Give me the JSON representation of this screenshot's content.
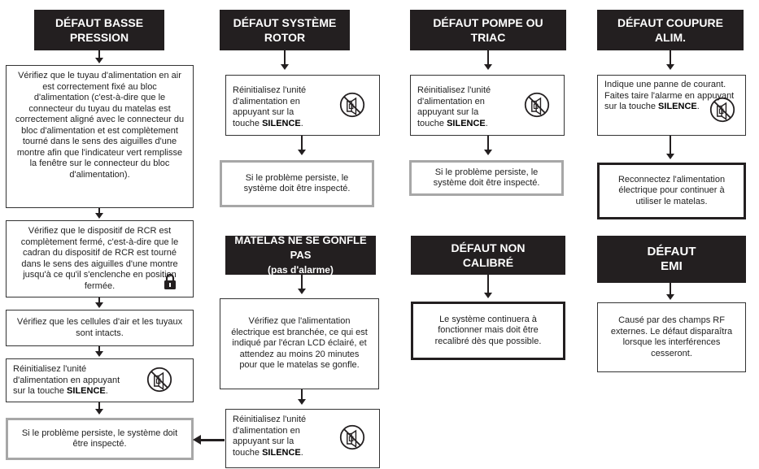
{
  "col1": {
    "header_line1": "DÉFAUT BASSE",
    "header_line2": "PRESSION",
    "step1": "Vérifiez que le tuyau d'alimentation en air est correctement fixé au bloc d'alimentation (c'est-à-dire que le connecteur du tuyau du matelas est correctement aligné avec le connecteur du bloc d'alimentation et est complètement tourné dans le sens des aiguilles d'une montre afin que l'indicateur vert remplisse la fenêtre sur le connecteur du bloc d'alimentation).",
    "step2": "Vérifiez que le dispositif de RCR est complètement fermé, c'est-à-dire que le cadran du dispositif de RCR est tourné dans le sens des aiguilles d'une montre jusqu'à ce qu'il s'enclenche en position fermée.",
    "step3": "Vérifiez que les cellules d'air et les tuyaux sont intacts.",
    "step4_pre": "Réinitialisez l'unité d'alimentation en appuyant sur la touche ",
    "step5": "Si le problème persiste, le système doit être inspecté."
  },
  "col2": {
    "header_line1": "DÉFAUT SYSTÈME",
    "header_line2": "ROTOR",
    "step1_pre": "Réinitialisez l'unité d'alimentation en appuyant sur la touche ",
    "step2": "Si le problème persiste, le système doit être inspecté.",
    "header2_line1": "MATELAS NE SE GONFLE",
    "header2_line2_bold": "PAS",
    "header2_line2_rest": " (pas d'alarme)",
    "step3": "Vérifiez que l'alimentation électrique est branchée, ce qui est indiqué par l'écran LCD éclairé, et attendez au moins 20 minutes pour que le matelas se gonfle.",
    "step4_pre": "Réinitialisez l'unité d'alimentation en appuyant sur la touche "
  },
  "col3": {
    "header_line1": "DÉFAUT POMPE OU",
    "header_line2": "TRIAC",
    "step1_pre": "Réinitialisez l'unité d'alimentation en appuyant sur la touche ",
    "step2": "Si le problème persiste, le système doit être inspecté.",
    "header2_line1": "DÉFAUT NON",
    "header2_line2": "CALIBRÉ",
    "step3": "Le système continuera à fonctionner mais doit être recalibré dès que possible."
  },
  "col4": {
    "header_line1": "DÉFAUT COUPURE",
    "header_line2": "ALIM.",
    "step1_pre": "Indique une panne de courant. Faites taire l'alarme en appuyant sur la touche ",
    "step2": "Reconnectez l'alimentation électrique pour continuer à utiliser le matelas.",
    "header2_line1": "DÉFAUT",
    "header2_line2": "EMI",
    "step3": "Causé par des champs RF externes. Le défaut disparaîtra lorsque les interférences cesseront."
  },
  "silence_key": "SILENCE",
  "period": ".",
  "icons": {
    "silence": "alarm-mute-icon",
    "lock": "padlock-icon"
  },
  "colors": {
    "header_bg": "#231f20",
    "gray_border": "#a7a7a7"
  }
}
